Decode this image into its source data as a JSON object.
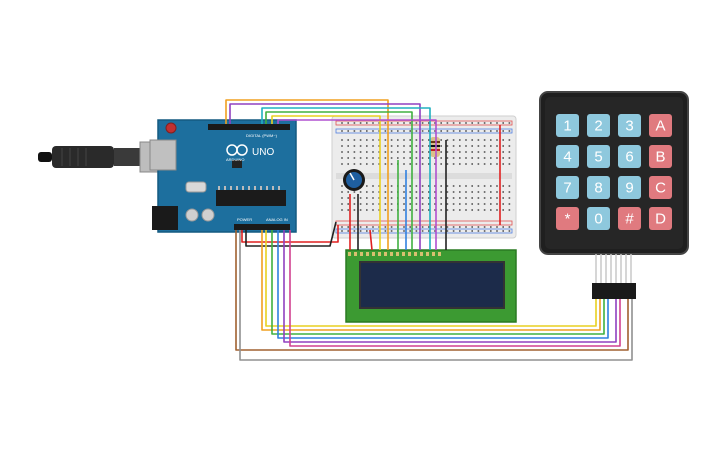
{
  "board": {
    "name_label": "UNO",
    "brand_label": "ARDUINO",
    "digital_label": "DIGITAL (PWM~)",
    "power_label": "POWER",
    "analog_label": "ANALOG IN"
  },
  "keypad": {
    "keys": [
      [
        "1",
        "2",
        "3",
        "A"
      ],
      [
        "4",
        "5",
        "6",
        "B"
      ],
      [
        "7",
        "8",
        "9",
        "C"
      ],
      [
        "*",
        "0",
        "#",
        "D"
      ]
    ],
    "colors": {
      "number_key": "#8ec8dd",
      "letter_key": "#e07a7f",
      "body": "#1f1f1f"
    }
  },
  "wire_colors": {
    "red": "#e02020",
    "black": "#222222",
    "orange": "#f0a020",
    "yellow": "#e8d020",
    "green": "#40b040",
    "blue": "#3080e0",
    "purple": "#9040c0",
    "pink": "#d04090",
    "brown": "#a06030",
    "gray": "#909090",
    "cyan": "#20b0c0"
  }
}
